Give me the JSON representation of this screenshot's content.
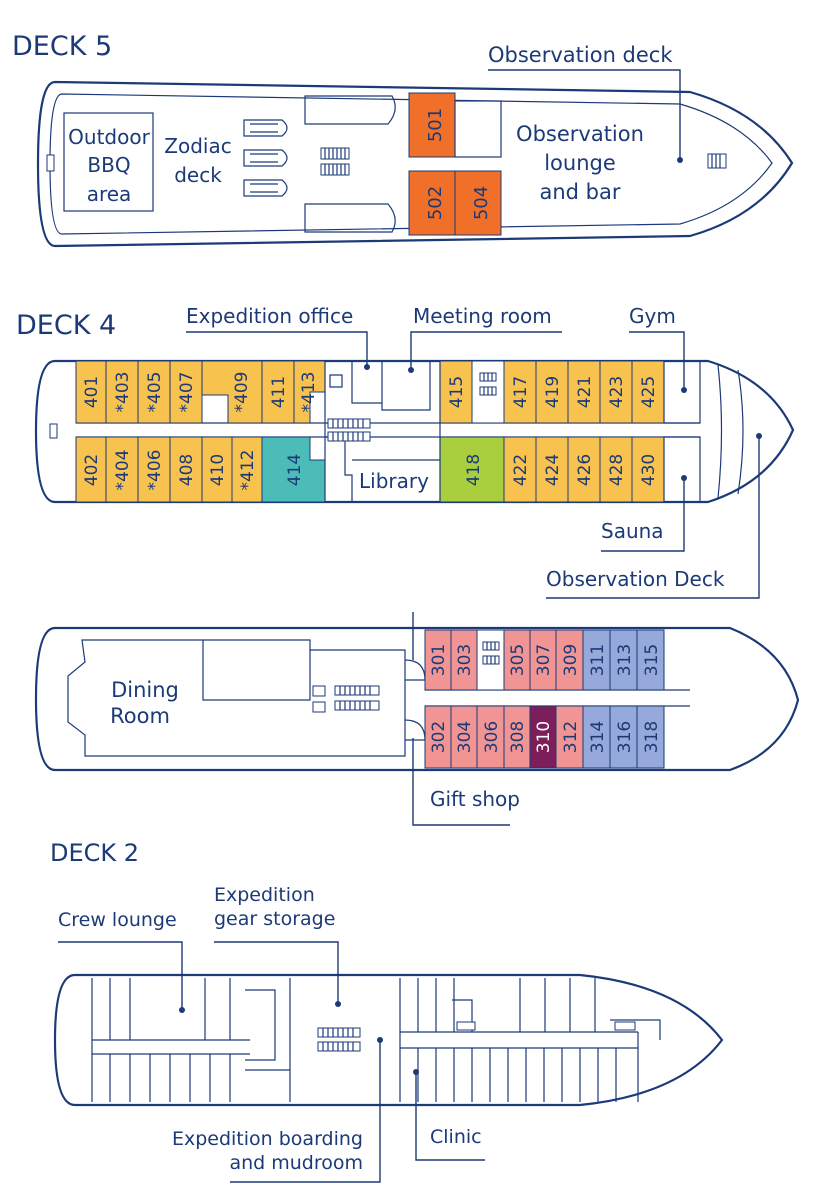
{
  "colors": {
    "ink": "#1c3a78",
    "suite_orange": "#f0702a",
    "yellow_cabin": "#f8c24f",
    "teal_cabin": "#4cbcb8",
    "green_cabin": "#a9cf3f",
    "pink_cabin": "#f09593",
    "blue_cabin": "#95a9da",
    "purple_cabin": "#7c1e59"
  },
  "deck5": {
    "title": "DECK 5",
    "labels": {
      "observation_deck": "Observation deck",
      "bbq": [
        "Outdoor",
        "BBQ",
        "area"
      ],
      "zodiac": [
        "Zodiac",
        "deck"
      ],
      "lounge": [
        "Observation",
        "lounge",
        "and bar"
      ]
    },
    "cabins": [
      {
        "num": "501",
        "color": "suite_orange"
      },
      {
        "num": "502",
        "color": "suite_orange"
      },
      {
        "num": "504",
        "color": "suite_orange"
      }
    ]
  },
  "deck4": {
    "title": "DECK 4",
    "labels": {
      "expedition_office": "Expedition office",
      "meeting_room": "Meeting room",
      "gym": "Gym",
      "library": "Library",
      "sauna": "Sauna",
      "observation_deck": "Observation Deck"
    },
    "top_cabins": [
      {
        "num": "401",
        "color": "yellow_cabin"
      },
      {
        "num": "*403",
        "color": "yellow_cabin"
      },
      {
        "num": "*405",
        "color": "yellow_cabin"
      },
      {
        "num": "*407",
        "color": "yellow_cabin"
      },
      {
        "num": "*409",
        "color": "yellow_cabin"
      },
      {
        "num": "411",
        "color": "yellow_cabin"
      },
      {
        "num": "*413",
        "color": "yellow_cabin"
      },
      {
        "num": "415",
        "color": "yellow_cabin"
      },
      {
        "num": "417",
        "color": "yellow_cabin"
      },
      {
        "num": "419",
        "color": "yellow_cabin"
      },
      {
        "num": "421",
        "color": "yellow_cabin"
      },
      {
        "num": "423",
        "color": "yellow_cabin"
      },
      {
        "num": "425",
        "color": "yellow_cabin"
      }
    ],
    "bottom_cabins": [
      {
        "num": "402",
        "color": "yellow_cabin"
      },
      {
        "num": "*404",
        "color": "yellow_cabin"
      },
      {
        "num": "*406",
        "color": "yellow_cabin"
      },
      {
        "num": "408",
        "color": "yellow_cabin"
      },
      {
        "num": "410",
        "color": "yellow_cabin"
      },
      {
        "num": "*412",
        "color": "yellow_cabin"
      },
      {
        "num": "414",
        "color": "teal_cabin"
      },
      {
        "num": "418",
        "color": "green_cabin"
      },
      {
        "num": "422",
        "color": "yellow_cabin"
      },
      {
        "num": "424",
        "color": "yellow_cabin"
      },
      {
        "num": "426",
        "color": "yellow_cabin"
      },
      {
        "num": "428",
        "color": "yellow_cabin"
      },
      {
        "num": "430",
        "color": "yellow_cabin"
      }
    ]
  },
  "deck3": {
    "labels": {
      "dining": [
        "Dining",
        "Room"
      ],
      "gift_shop": "Gift shop"
    },
    "top_cabins": [
      {
        "num": "301",
        "color": "pink_cabin"
      },
      {
        "num": "303",
        "color": "pink_cabin"
      },
      {
        "num": "305",
        "color": "pink_cabin"
      },
      {
        "num": "307",
        "color": "pink_cabin"
      },
      {
        "num": "309",
        "color": "pink_cabin"
      },
      {
        "num": "311",
        "color": "blue_cabin"
      },
      {
        "num": "313",
        "color": "blue_cabin"
      },
      {
        "num": "315",
        "color": "blue_cabin"
      }
    ],
    "bottom_cabins": [
      {
        "num": "302",
        "color": "pink_cabin"
      },
      {
        "num": "304",
        "color": "pink_cabin"
      },
      {
        "num": "306",
        "color": "pink_cabin"
      },
      {
        "num": "308",
        "color": "pink_cabin"
      },
      {
        "num": "310",
        "color": "purple_cabin"
      },
      {
        "num": "312",
        "color": "pink_cabin"
      },
      {
        "num": "314",
        "color": "blue_cabin"
      },
      {
        "num": "316",
        "color": "blue_cabin"
      },
      {
        "num": "318",
        "color": "blue_cabin"
      }
    ]
  },
  "deck2": {
    "title": "DECK 2",
    "labels": {
      "crew_lounge": "Crew lounge",
      "gear_storage": [
        "Expedition",
        "gear storage"
      ],
      "boarding": [
        "Expedition boarding",
        "and mudroom"
      ],
      "clinic": "Clinic"
    }
  }
}
